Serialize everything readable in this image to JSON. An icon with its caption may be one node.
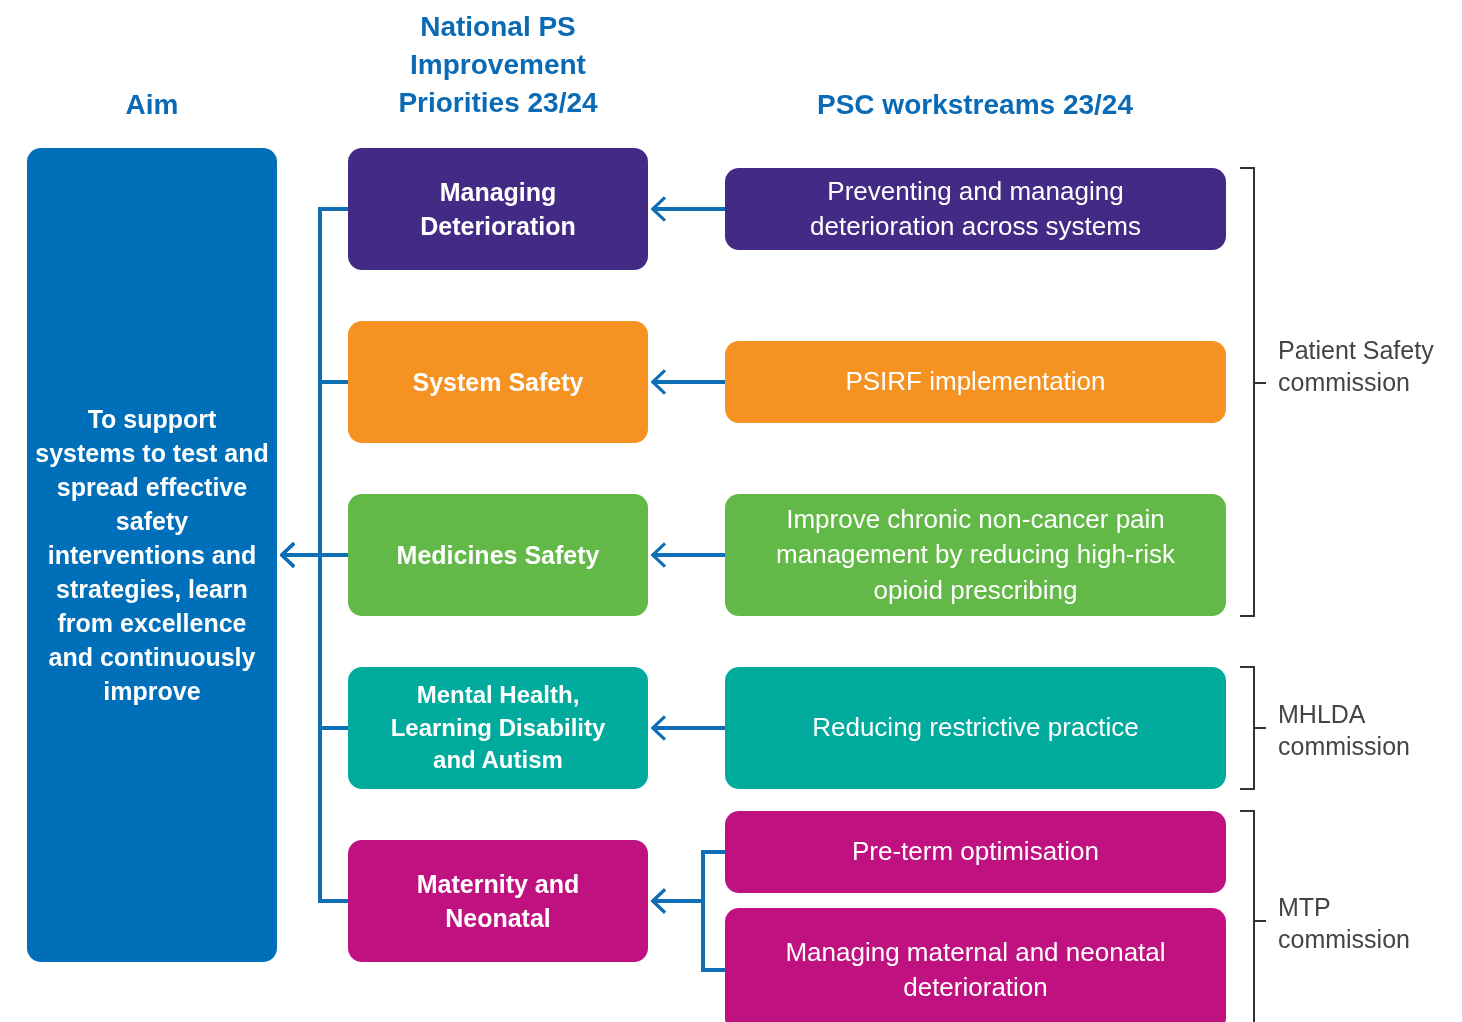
{
  "diagram": {
    "nodes": [
      {
        "text": [
          "To support systems to test and spread effective safety interventions and strategies, learn from excellence and continuously improve"
        ]
      },
      {
        "text": [
          "Managing Deterioration"
        ]
      },
      {
        "text": [
          "System Safety"
        ]
      },
      {
        "text": [
          "Medicines Safety"
        ]
      },
      {
        "text": [
          "Mental Health, Learning Disability and Autism"
        ]
      },
      {
        "text": [
          "Maternity and Neonatal"
        ]
      },
      {
        "text": [
          "Preventing and managing deterioration across systems"
        ]
      },
      {
        "text": [
          "PSIRF implementation"
        ]
      },
      {
        "text": [
          "Improve chronic non-cancer pain management by reducing high-risk opioid prescribing"
        ]
      },
      {
        "text": [
          "Reducing restrictive practice"
        ]
      },
      {
        "text": [
          "Pre-term optimisation"
        ]
      },
      {
        "text": [
          "Managing maternal and neonatal deterioration"
        ]
      }
    ],
    "edges": [
      {
        "from": 6,
        "to": 1,
        "arrow": "to"
      },
      {
        "from": 7,
        "to": 2,
        "arrow": "to"
      },
      {
        "from": 8,
        "to": 3,
        "arrow": "to"
      },
      {
        "from": 9,
        "to": 4,
        "arrow": "to"
      },
      {
        "from": 10,
        "to": 5,
        "arrow": "to"
      },
      {
        "from": 11,
        "to": 5,
        "arrow": "to"
      },
      {
        "from": 1,
        "to": 0,
        "arrow": "to"
      },
      {
        "from": 2,
        "to": 0,
        "arrow": "to"
      },
      {
        "from": 3,
        "to": 0,
        "arrow": "to"
      },
      {
        "from": 4,
        "to": 0,
        "arrow": "to"
      },
      {
        "from": 5,
        "to": 0,
        "arrow": "to"
      }
    ],
    "labels": [
      "Aim",
      "National PS Improvement Priorities 23/24",
      "PSC workstreams 23/24",
      "Patient Safety commission",
      "MHLDA commission",
      "MTP commission"
    ]
  }
}
